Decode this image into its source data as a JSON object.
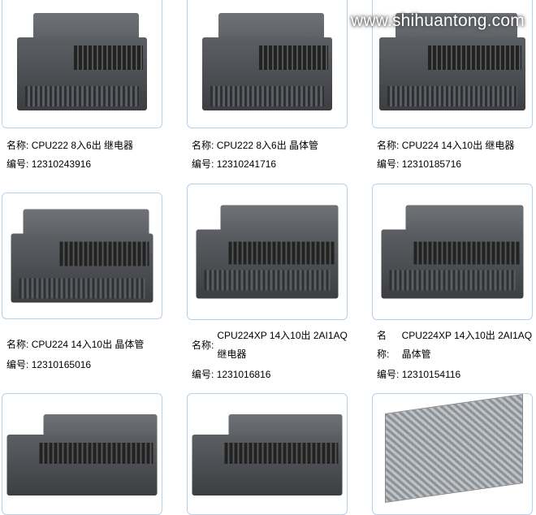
{
  "watermark": "www.shihuantong.com",
  "name_label": "名称:",
  "code_label": "编号:",
  "products": [
    {
      "name": "CPU222 8入6出  继电器",
      "code": "12310243916",
      "image": "plc-cpu222"
    },
    {
      "name": "CPU222 8入6出  晶体管",
      "code": "12310241716",
      "image": "plc-cpu222"
    },
    {
      "name": "CPU224 14入10出  继电器",
      "code": "12310185716",
      "image": "plc-cpu224"
    },
    {
      "name": "CPU224 14入10出  晶体管",
      "code": "12310165016",
      "image": "plc-cpu224"
    },
    {
      "name": "CPU224XP 14入10出  2AI1AQ 继电器",
      "code": "1231016816",
      "image": "plc-cpu224xp"
    },
    {
      "name": "CPU224XP 14入10出  2AI1AQ 晶体管",
      "code": "12310154116",
      "image": "plc-cpu224xp"
    },
    {
      "name": "",
      "code": "",
      "image": "plc-cpu226"
    },
    {
      "name": "",
      "code": "",
      "image": "plc-cpu226"
    },
    {
      "name": "",
      "code": "",
      "image": "power-supply"
    }
  ]
}
